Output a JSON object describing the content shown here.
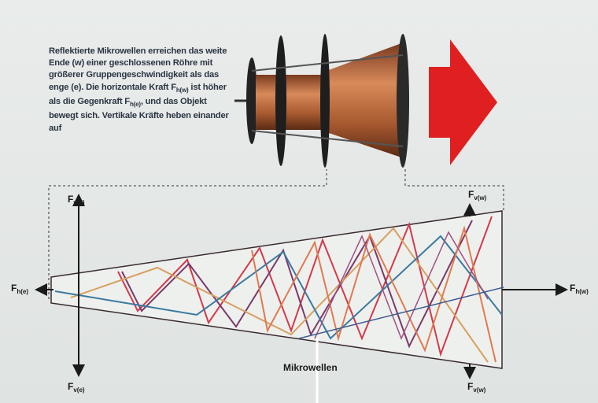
{
  "caption": {
    "part1": "Reflektierte Mikrowellen erreichen das weite Ende (w) einer geschlossenen Röhre mit größerer Gruppengeschwindigkeit als das enge (e). Die horizontale Kraft F",
    "sub1": "h(w)",
    "part2": " ist höher als die Gegenkraft F",
    "sub2": "h(e)",
    "part3": ", und das Objekt bewegt sich. Vertikale Kräfte heben einander auf"
  },
  "labels": {
    "F": "F",
    "fv_e": "v(e)",
    "fv_w": "v(w)",
    "fh_e": "h(e)",
    "fh_w": "h(w)",
    "microwaves": "Mikrowellen"
  },
  "colors": {
    "arrow": "#e02020",
    "copper": "#b8643a",
    "rays": [
      "#d23a4a",
      "#7a3a6a",
      "#d8a060",
      "#3a7aa0",
      "#e07a50"
    ]
  }
}
